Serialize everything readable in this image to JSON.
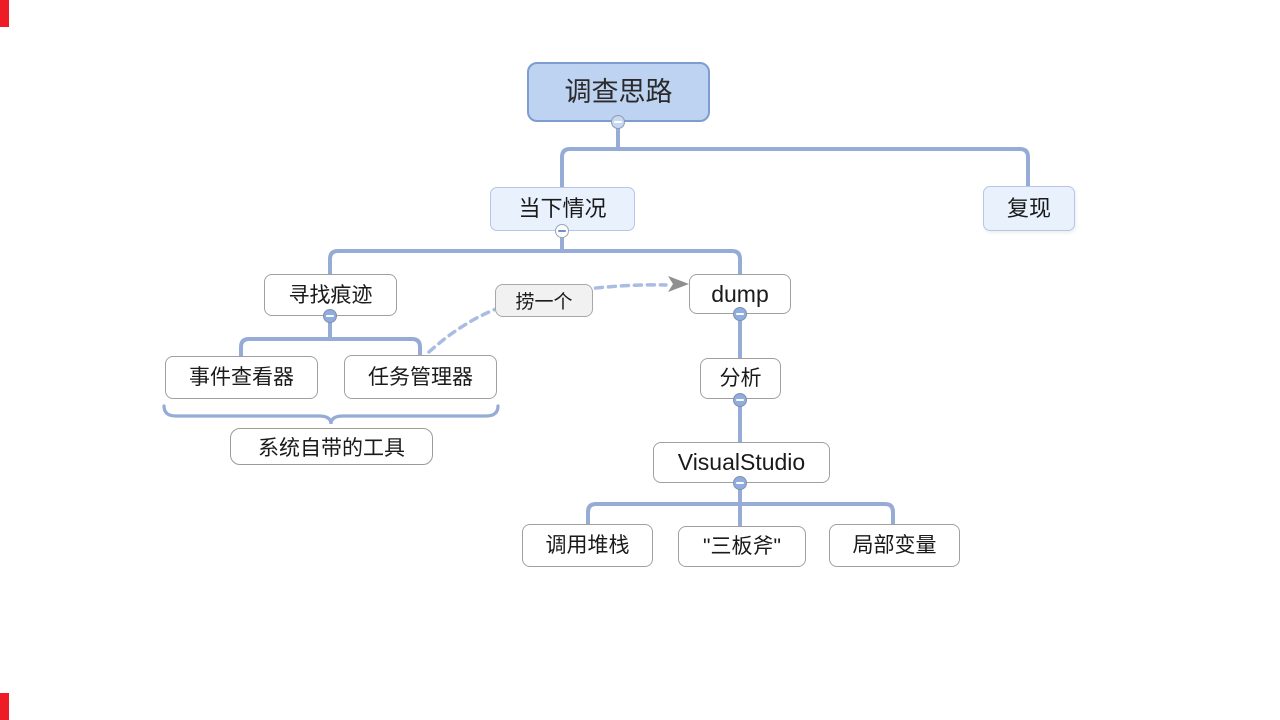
{
  "app": {
    "type": "mindmap-canvas",
    "background": "#ffffff"
  },
  "colors": {
    "root_fill": "#bed3f1",
    "root_border": "#7e9cd0",
    "branch_fill": "#e9f1fc",
    "branch_border": "#b3c7e8",
    "node_fill": "#ffffff",
    "node_border": "#a0a0a0",
    "connector": "#96abd6",
    "relationship_line": "#a9bce4",
    "relationship_arrow": "#8f8f8f",
    "label_fill": "#f1f1f1",
    "corner_marker_red": "#ee1c25",
    "text": "#1a1a1a"
  },
  "nodes": {
    "root": "调查思路",
    "current_situation": "当下情况",
    "reproduce": "复现",
    "find_traces": "寻找痕迹",
    "dump": "dump",
    "event_viewer": "事件查看器",
    "task_manager": "任务管理器",
    "analyze": "分析",
    "visual_studio": "VisualStudio",
    "call_stack": "调用堆栈",
    "three_axes": "\"三板斧\"",
    "local_variables": "局部变量"
  },
  "annotations": {
    "relationship_label": "捞一个",
    "summary_label": "系统自带的工具"
  }
}
